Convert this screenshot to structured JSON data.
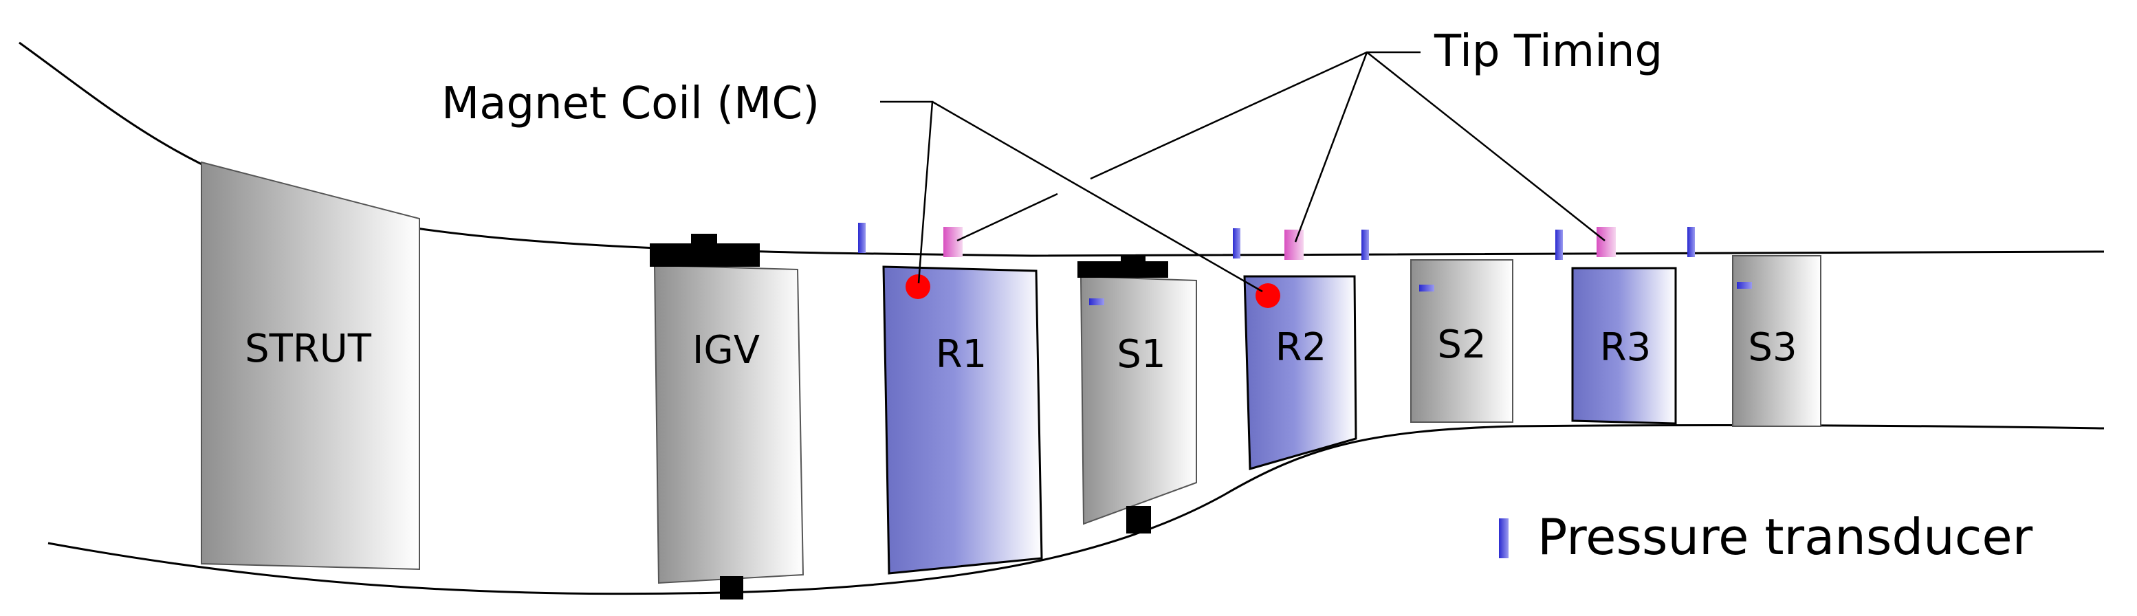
{
  "colors": {
    "stator_gradient": [
      "#8f8f8f",
      "#ffffff"
    ],
    "rotor_gradient": [
      "#6b6fc4",
      "#ffffff"
    ],
    "transducer_blue": "#3a3ad8",
    "tip_timing_pink": "#d84fc0",
    "magnet_coil_red": "#ff0000",
    "mount_black": "#000000"
  },
  "blades": [
    {
      "label": "STRUT",
      "kind": "stator"
    },
    {
      "label": "IGV",
      "kind": "stator"
    },
    {
      "label": "R1",
      "kind": "rotor"
    },
    {
      "label": "S1",
      "kind": "stator"
    },
    {
      "label": "R2",
      "kind": "rotor"
    },
    {
      "label": "S2",
      "kind": "stator"
    },
    {
      "label": "R3",
      "kind": "rotor"
    },
    {
      "label": "S3",
      "kind": "stator"
    }
  ],
  "callouts": {
    "magnet_coil": "Magnet Coil (MC)",
    "tip_timing": "Tip Timing"
  },
  "legend": {
    "label": "Pressure transducer",
    "icon": "pressure-transducer-icon"
  }
}
